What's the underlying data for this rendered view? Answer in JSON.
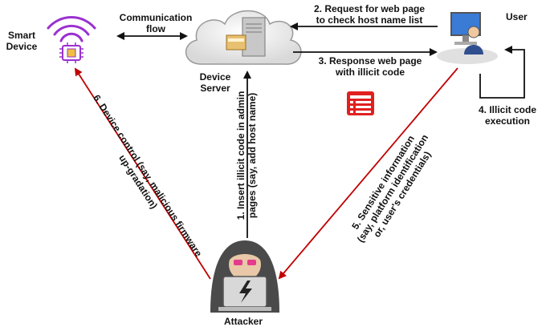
{
  "nodes": {
    "smart_device_line1": "Smart",
    "smart_device_line2": "Device",
    "device_server_line1": "Device",
    "device_server_line2": "Server",
    "user": "User",
    "attacker": "Attacker"
  },
  "edges": {
    "communication_line1": "Communication",
    "communication_line2": "flow",
    "step2_line1": "2. Request for web page",
    "step2_line2": "to check host name list",
    "step3_line1": "3. Response web page",
    "step3_line2": "with illicit code",
    "step4_line1": "4. Illicit code",
    "step4_line2": "execution",
    "step1_line1": "1. Insert illicit code in admin",
    "step1_line2": "pages (say, add host name)",
    "step5_line1": "5. Sensitive information",
    "step5_line2": "(say, platform identification",
    "step5_line3": "or, user's credentials)",
    "step6_line1": "6. Device control (say, malicious firmware",
    "step6_line2": "up-gradation)"
  },
  "colors": {
    "attack_arrow": "#c00000",
    "normal_arrow": "#111111",
    "smart_device": "#9b30d0",
    "code_doc": "#e02020"
  }
}
